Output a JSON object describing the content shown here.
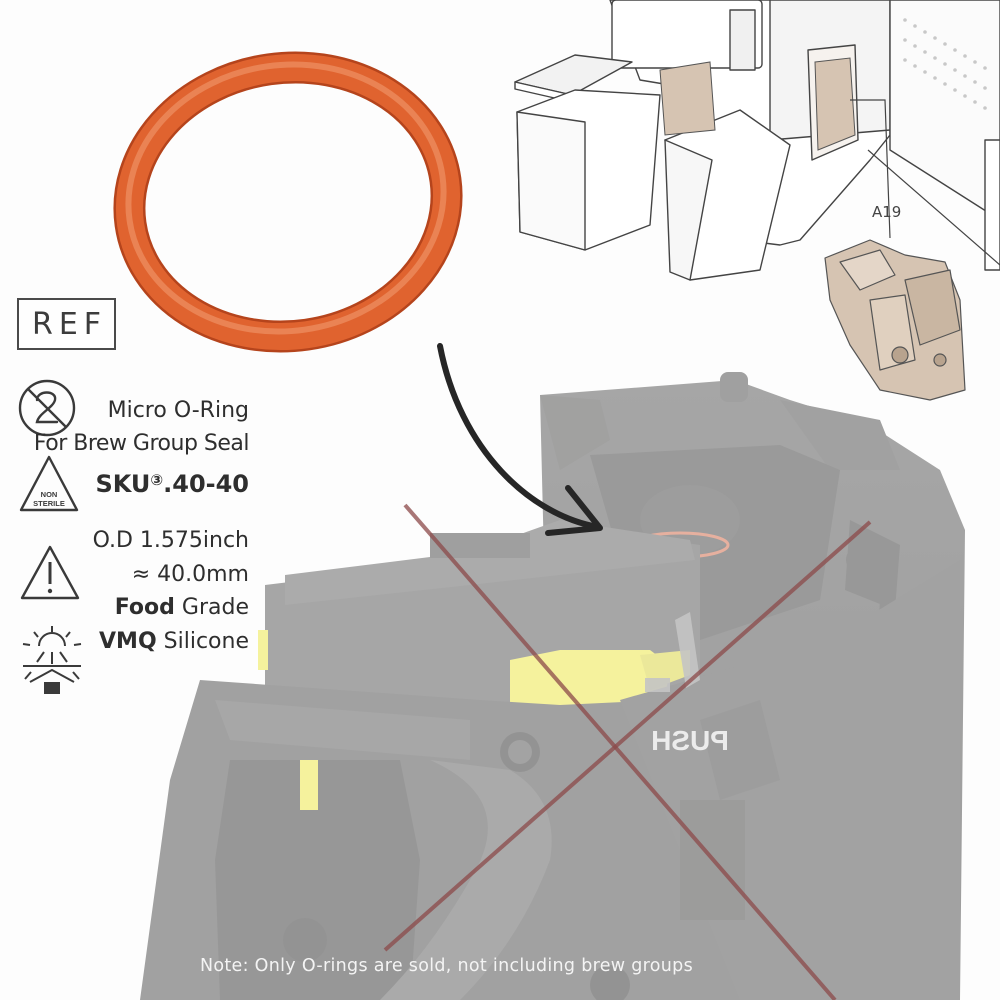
{
  "ref_label": "REF",
  "product": {
    "line1": "Micro O-Ring",
    "line2": "For Brew Group Seal",
    "sku_prefix": "SKU",
    "sku_sup": "③",
    "sku_value": ".40-40"
  },
  "icons": {
    "do_not_reuse": "no-reuse-icon",
    "non_sterile": "non-sterile-icon",
    "non_sterile_text_1": "NON",
    "non_sterile_text_2": "STERILE",
    "caution": "warning-icon",
    "sunlight": "keep-away-from-sunlight-icon"
  },
  "specs": {
    "od_inch": "O.D 1.575inch",
    "od_mm": "≈ 40.0mm",
    "grade_bold": "Food",
    "grade_rest": " Grade",
    "material_bold": "VMQ",
    "material_rest": " Silicone"
  },
  "diagram": {
    "part_label": "A19"
  },
  "brew_group": {
    "push_label": "PUSH"
  },
  "note": "Note: Only O-rings are sold, not including brew groups",
  "colors": {
    "o_ring": "#e0632f",
    "brew_group": "#353535",
    "yellow_part": "#e9e227",
    "cross": "#8c4a4a",
    "diagram_part": "#d6c4b2"
  }
}
